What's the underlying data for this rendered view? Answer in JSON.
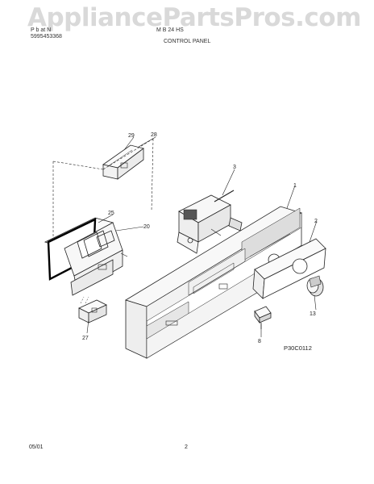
{
  "watermark": "AppliancePartsPros.com",
  "header": {
    "left_line1": "P  b  at    N",
    "left_line2": "5995453368",
    "model": "M  B 24  HS",
    "section_title": "CONTROL PANEL"
  },
  "diagram": {
    "callouts": [
      "29",
      "28",
      "3",
      "1",
      "25",
      "20",
      "2",
      "27",
      "8",
      "13"
    ],
    "reference_code": "P30C0112"
  },
  "footer": {
    "date": "05/01",
    "page": "2"
  }
}
